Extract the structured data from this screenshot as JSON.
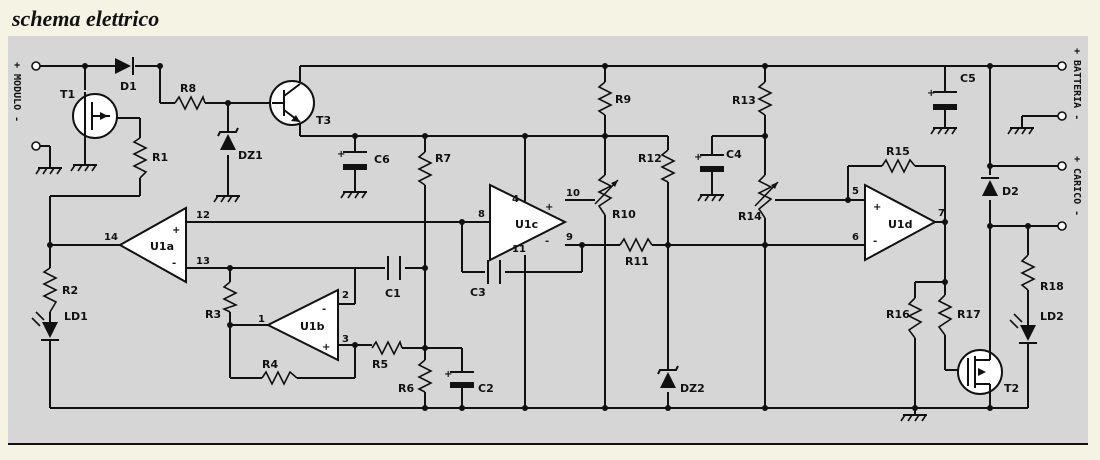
{
  "title": "schema elettrico",
  "colors": {
    "background": "#f4f3e4",
    "panel": "#d6d6d6",
    "ink": "#111111"
  },
  "edge_labels": {
    "input": "+ MODULO -",
    "battery": "+ BATTERIA -",
    "charge": "+ CARICO -"
  },
  "labels": {
    "T1": "T1",
    "D1": "D1",
    "R8": "R8",
    "T3": "T3",
    "DZ1": "DZ1",
    "R1": "R1",
    "R2": "R2",
    "LD1": "LD1",
    "C6": "C6",
    "R7": "R7",
    "R9": "R9",
    "R12": "R12",
    "R13": "R13",
    "C4": "C4",
    "C5": "C5",
    "R15": "R15",
    "D2": "D2",
    "U1a": "U1a",
    "U1b": "U1b",
    "U1c": "U1c",
    "U1d": "U1d",
    "R10": "R10",
    "R11": "R11",
    "R14": "R14",
    "C1": "C1",
    "C3": "C3",
    "R3": "R3",
    "R4": "R4",
    "R5": "R5",
    "R6": "R6",
    "C2": "C2",
    "DZ2": "DZ2",
    "R16": "R16",
    "R17": "R17",
    "T2": "T2",
    "R18": "R18",
    "LD2": "LD2"
  },
  "pins": {
    "p14": "14",
    "p12": "12",
    "p13": "13",
    "p1": "1",
    "p2": "2",
    "p3": "3",
    "p4": "4",
    "p8": "8",
    "p10": "10",
    "p9": "9",
    "p11": "11",
    "p5": "5",
    "p6": "6",
    "p7": "7"
  },
  "signs": {
    "plus": "+",
    "minus": "-"
  }
}
